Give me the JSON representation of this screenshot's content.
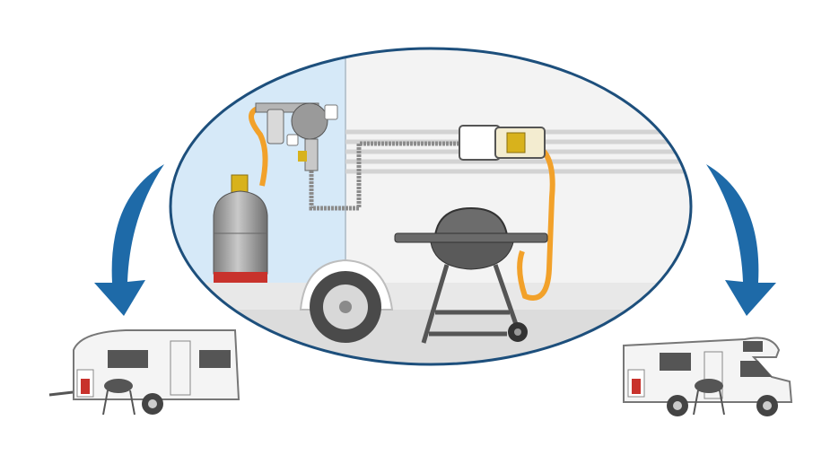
{
  "colors": {
    "ellipse_border": "#1d4f7c",
    "panel_blue": "#d6e9f8",
    "wall": "#f1f1f1",
    "hose": "#f2a12a",
    "arrow": "#1e6aa8",
    "brass": "#d8b21c",
    "bottle": "#9a9a9a",
    "bottle_base": "#c8322c"
  },
  "icons": [
    "curved-arrow-left",
    "curved-arrow-right",
    "gas-bottle",
    "gas-regulator",
    "gas-outlet-box",
    "bbq-grill",
    "caravan",
    "motorhome"
  ]
}
